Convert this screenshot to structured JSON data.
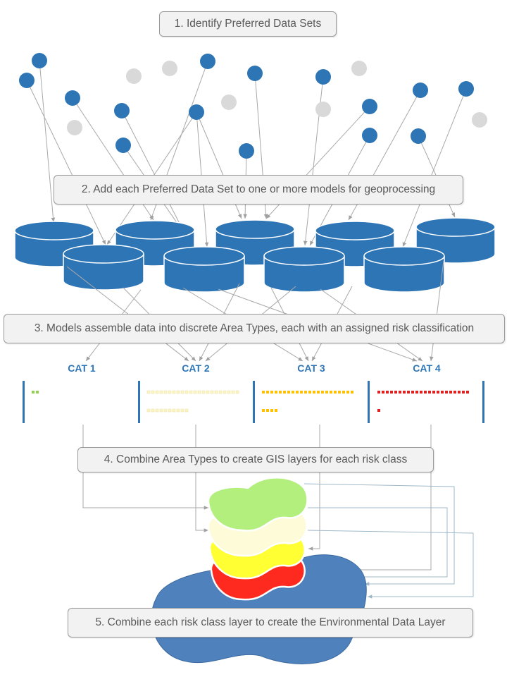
{
  "steps": {
    "step1": "1. Identify Preferred Data Sets",
    "step2": "2. Add each Preferred Data Set to one or more models for geoprocessing",
    "step3": "3. Models assemble data into discrete Area Types, each with an assigned risk classification",
    "step4": "4. Combine Area Types to create GIS layers for each risk class",
    "step5": "5. Combine each risk class layer to create the Environmental Data Layer"
  },
  "categories": [
    {
      "label": "CAT 1",
      "color": "#92d050"
    },
    {
      "label": "CAT 2",
      "color": "#fdf5c0"
    },
    {
      "label": "CAT 3",
      "color": "#ffc000"
    },
    {
      "label": "CAT 4",
      "color": "#e02020"
    }
  ],
  "colors": {
    "node_selected": "#2e75b6",
    "node_unselected": "#d9d9d9",
    "model_fill": "#2e75b6",
    "layer_green": "#b3ef7c",
    "layer_cream": "#fdfbd8",
    "layer_yellow": "#ffff33",
    "layer_red": "#ff2a1f",
    "environmental_layer": "#4f81bd"
  }
}
